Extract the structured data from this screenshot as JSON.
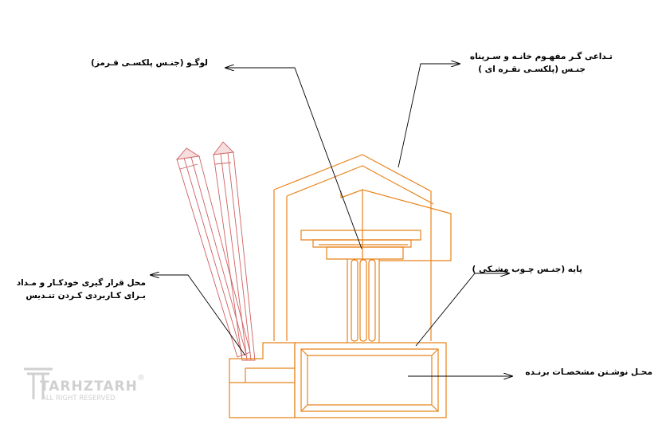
{
  "labels": {
    "logo": "لوگـو (جنـس پلکسـی قـرمز)",
    "house_line1": "تـداعی گـر مفهـوم خانـه و سـرپناه",
    "house_line2": "جنـس (پلکسـی نقـره ای )",
    "pen_holder_line1": "محل قرار گیری خودکـار و مـداد",
    "pen_holder_line2": "بـرای کـاربردی کـردن تنـدیس",
    "base": "پایه (جنـس چـوب مشـکی )",
    "nameplate": "محـل نوشـتن مشخصـات برنـده"
  },
  "watermark": {
    "brand": "TARHZTARH",
    "registered": "®",
    "rights": "ALL RIGHT RESERVED"
  },
  "colors": {
    "structure": "#e8841c",
    "pencils": "#cf6060",
    "leader": "#000000",
    "watermark": "#d0d0d0"
  }
}
